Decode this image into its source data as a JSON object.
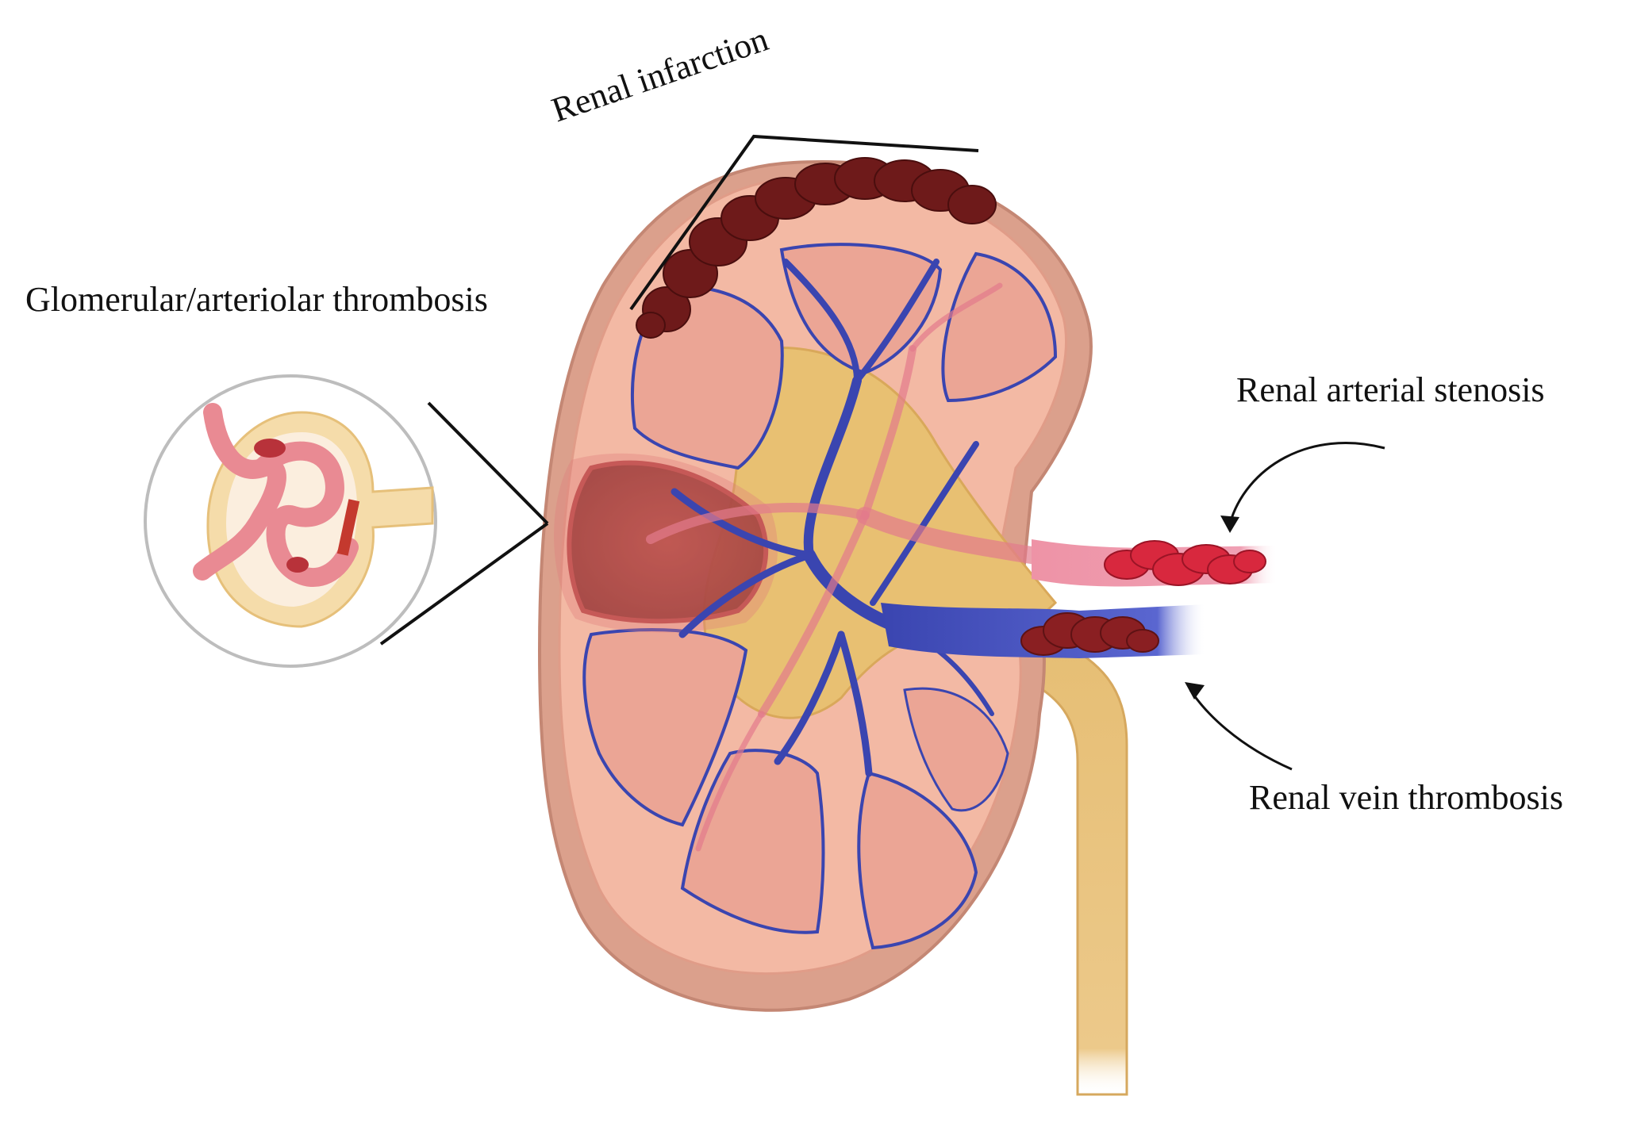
{
  "labels": {
    "renal_infarction": "Renal infarction",
    "glomerular_thrombosis": "Glomerular/arteriolar thrombosis",
    "renal_arterial_stenosis": "Renal arterial stenosis",
    "renal_vein_thrombosis": "Renal vein thrombosis"
  },
  "colors": {
    "capsule": "#dba08c",
    "cortex": "#f3b9a4",
    "pyramid": "#eba595",
    "pelvis_fat": "#e8c072",
    "ureter": "#e6be74",
    "vein": "#3a45b0",
    "artery": "#e27a8c",
    "clot": "#7a1f1f",
    "infarct": "#8e2a28",
    "stenosis_clot": "#d8283e",
    "glomerulus_capillary": "#e98a93",
    "bowman_capsule": "#f5dcaa"
  }
}
